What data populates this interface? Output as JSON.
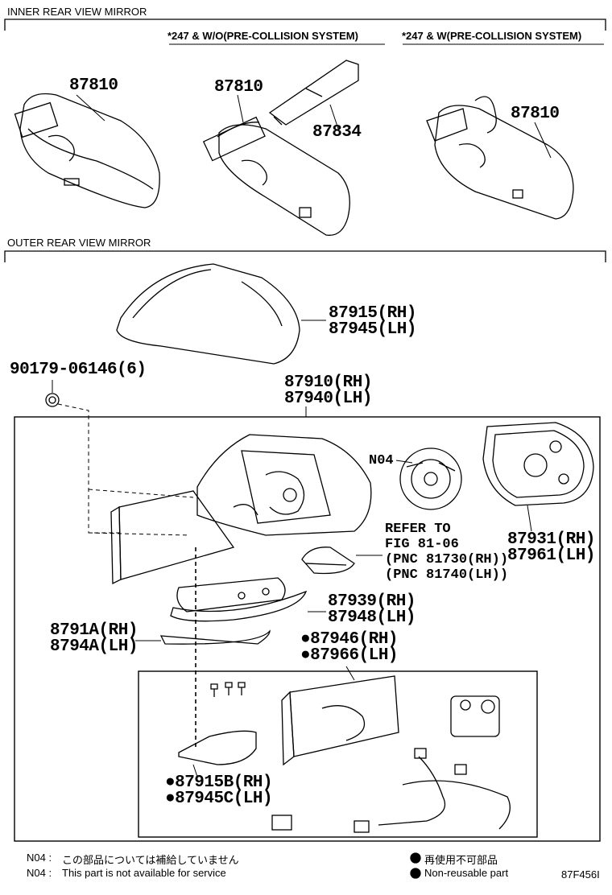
{
  "sections": {
    "inner": "INNER REAR VIEW MIRROR",
    "outer": "OUTER REAR VIEW MIRROR"
  },
  "conditions": {
    "without_pcs": "*247 & W/O(PRE-COLLISION SYSTEM)",
    "with_pcs": "*247 & W(PRE-COLLISION SYSTEM)"
  },
  "parts": {
    "p87810_a": "87810",
    "p87810_b": "87810",
    "p87834": "87834",
    "p87810_c": "87810",
    "cover_rh": "87915(RH)",
    "cover_lh": "87945(LH)",
    "screw": "90179-06146(6)",
    "assy_rh": "87910(RH)",
    "assy_lh": "87940(LH)",
    "n04": "N04",
    "refer1": "REFER TO",
    "refer2": "FIG 81-06",
    "refer3": "(PNC 81730(RH))",
    "refer4": "(PNC 81740(LH))",
    "housing_rh": "87931(RH)",
    "housing_lh": "87961(LH)",
    "visor_rh": "87939(RH)",
    "visor_lh": "87948(LH)",
    "garnish_rh": "8791A(RH)",
    "garnish_lh": "8794A(LH)",
    "actuator_rh": "●87946(RH)",
    "actuator_lh": "●87966(LH)",
    "lowcover_rh": "●87915B(RH)",
    "lowcover_lh": "●87945C(LH)"
  },
  "notes": {
    "n04_jp_label": "N04 :",
    "n04_jp": "この部品については補給していません",
    "n04_en_label": "N04 :",
    "n04_en": "This part is not available for service",
    "nr_jp": "再使用不可部品",
    "nr_en": "Non-reusable part",
    "code": "87F456I"
  }
}
